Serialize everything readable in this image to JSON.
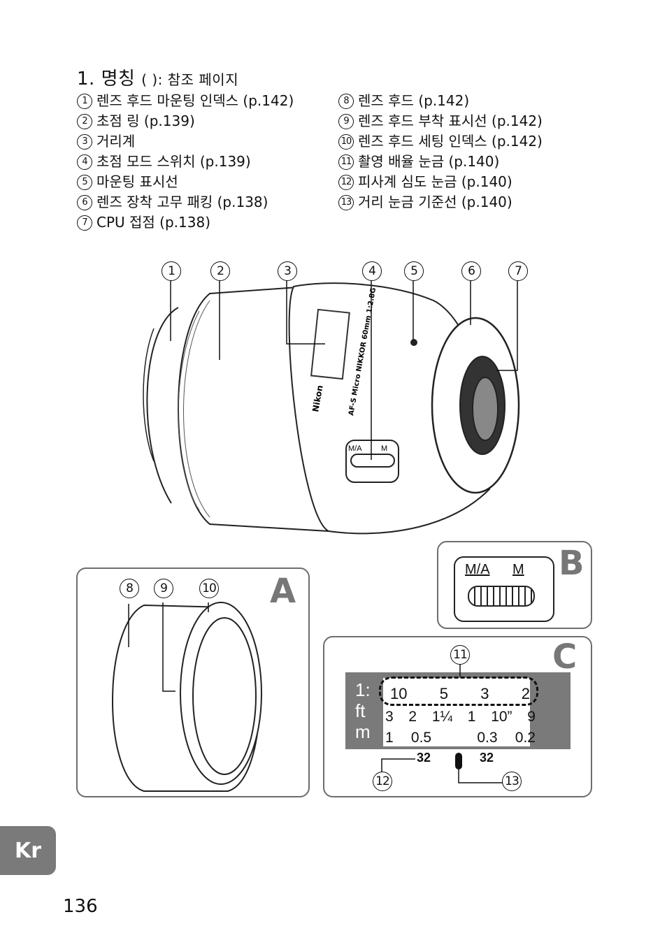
{
  "heading": {
    "number": "1.",
    "title": "명칭",
    "paren": "( )",
    "suffix": ": 참조 페이지"
  },
  "parts_left": [
    {
      "n": "1",
      "label": "렌즈 후드 마운팅 인덱스 (p.142)"
    },
    {
      "n": "2",
      "label": "초점 링 (p.139)"
    },
    {
      "n": "3",
      "label": "거리계"
    },
    {
      "n": "4",
      "label": "초점 모드 스위치 (p.139)"
    },
    {
      "n": "5",
      "label": "마운팅 표시선"
    },
    {
      "n": "6",
      "label": "렌즈 장착 고무 패킹 (p.138)"
    },
    {
      "n": "7",
      "label": "CPU 접점 (p.138)"
    }
  ],
  "parts_right": [
    {
      "n": "8",
      "label": "렌즈 후드 (p.142)"
    },
    {
      "n": "9",
      "label": "렌즈 후드 부착 표시선 (p.142)"
    },
    {
      "n": "10",
      "label": "렌즈 후드 세팅 인덱스 (p.142)"
    },
    {
      "n": "11",
      "label": "촬영 배율 눈금 (p.140)"
    },
    {
      "n": "12",
      "label": "피사계 심도 눈금 (p.140)"
    },
    {
      "n": "13",
      "label": "거리 눈금 기준선 (p.140)"
    }
  ],
  "lens_callouts": [
    "1",
    "2",
    "3",
    "4",
    "5",
    "6",
    "7"
  ],
  "lens_markings": {
    "brand": "Nikon",
    "model": "AF-S Micro NIKKOR 60mm 1:2.8G",
    "switch_ma": "M/A",
    "switch_m": "M"
  },
  "panel_a": {
    "letter": "A",
    "callouts": [
      "8",
      "9",
      "10"
    ]
  },
  "panel_b": {
    "letter": "B",
    "switch_ma": "M/A",
    "switch_m": "M"
  },
  "panel_c": {
    "letter": "C",
    "callouts": [
      "11",
      "12",
      "13"
    ],
    "row_labels": [
      "1:",
      "ft",
      "m"
    ],
    "ratio_row": [
      "10",
      "5",
      "3",
      "2"
    ],
    "ft_row": [
      "3",
      "2",
      "1¼",
      "1",
      "10”",
      "9"
    ],
    "m_row": [
      "1",
      "0.5",
      "0.3",
      "0.2"
    ],
    "dof_left": "32",
    "dof_right": "32"
  },
  "language_tab": "Kr",
  "page_number": "136",
  "colors": {
    "panel_border": "#6d6d6d",
    "tab_bg": "#7a7a7a",
    "scale_bg": "#7a7a7a"
  }
}
